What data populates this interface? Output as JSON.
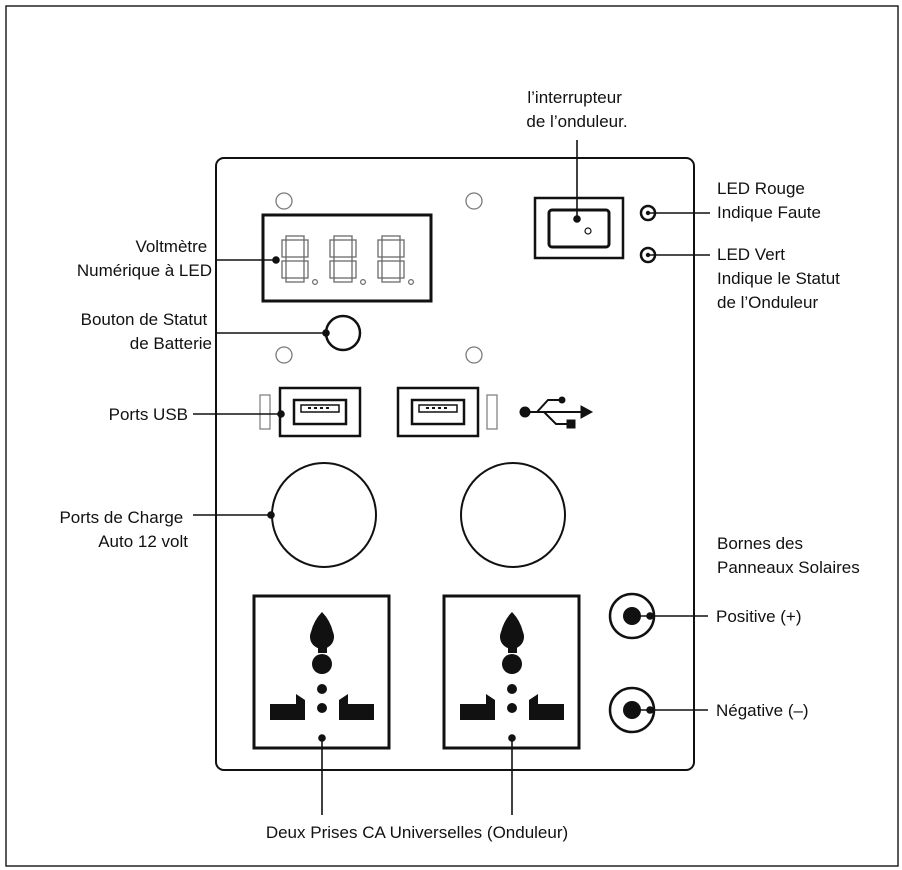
{
  "labels": {
    "inverter_switch": [
      "l’interrupteur",
      "de l’onduleur."
    ],
    "led_red": [
      "LED Rouge",
      "Indique Faute"
    ],
    "led_green": [
      "LED Vert",
      "Indique le Statut",
      "de l’Onduleur"
    ],
    "voltmeter": [
      "Voltmètre",
      "Numérique à LED"
    ],
    "battery_button": [
      "Bouton de Statut",
      "de Batterie"
    ],
    "usb_ports": [
      "Ports USB"
    ],
    "car_ports": [
      "Ports de Charge",
      "Auto 12 volt"
    ],
    "solar_terminals": [
      "Bornes des",
      "Panneaux Solaires"
    ],
    "positive": [
      "Positive (+)"
    ],
    "negative": [
      "Négative (–)"
    ],
    "ac_outlets": [
      "Deux Prises CA Universelles (Onduleur)"
    ]
  },
  "voltmeter_digits": [
    "8",
    "8",
    "8"
  ],
  "colors": {
    "ink": "#111111",
    "frame": "#222222",
    "panel": "#ffffff",
    "digit": "#6b6b6b",
    "light_stroke": "#7a7a7a"
  },
  "icons": {
    "usb": "usb-icon",
    "led": "led-indicator-icon",
    "screw": "screw-hole-icon"
  }
}
